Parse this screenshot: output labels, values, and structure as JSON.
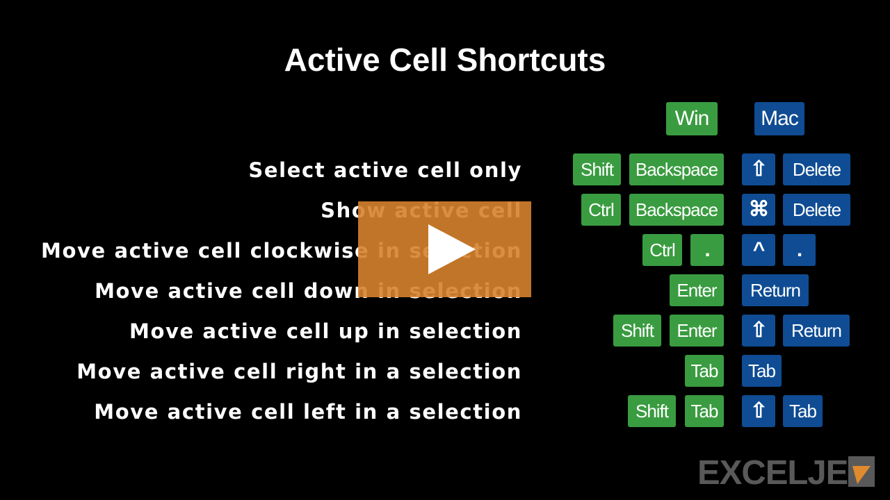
{
  "title": "Active Cell Shortcuts",
  "headers": {
    "win": "Win",
    "mac": "Mac"
  },
  "rows": [
    {
      "label": "Select active cell only",
      "win": [
        "Shift",
        "Backspace"
      ],
      "mac": [
        "⇧",
        "Delete"
      ]
    },
    {
      "label": "Show active cell",
      "win": [
        "Ctrl",
        "Backspace"
      ],
      "mac": [
        "⌘",
        "Delete"
      ]
    },
    {
      "label": "Move active cell clockwise in selection",
      "win": [
        "Ctrl",
        "."
      ],
      "mac": [
        "^",
        "."
      ]
    },
    {
      "label": "Move active cell down in selection",
      "win": [
        "Enter"
      ],
      "mac": [
        "Return"
      ]
    },
    {
      "label": "Move active cell up in selection",
      "win": [
        "Shift",
        "Enter"
      ],
      "mac": [
        "⇧",
        "Return"
      ]
    },
    {
      "label": "Move active cell right in a selection",
      "win": [
        "Tab"
      ],
      "mac": [
        "Tab"
      ]
    },
    {
      "label": "Move active cell left in a selection",
      "win": [
        "Shift",
        "Tab"
      ],
      "mac": [
        "⇧",
        "Tab"
      ]
    }
  ],
  "brand": {
    "name": "EXCELJET"
  },
  "colors": {
    "win_key": "#3a9c40",
    "mac_key": "#0f4c93",
    "play_overlay": "#d6822c",
    "logo": "#595959"
  }
}
